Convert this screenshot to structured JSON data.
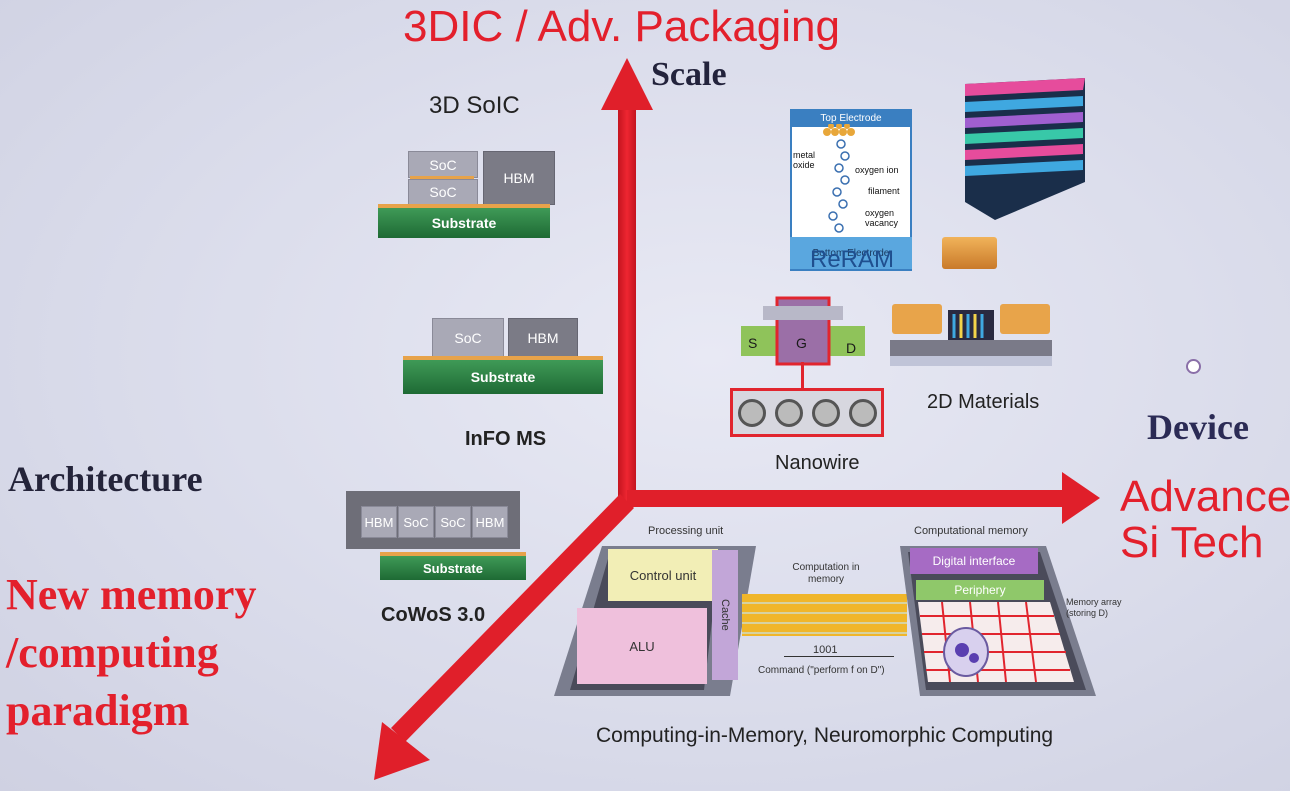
{
  "axes": {
    "vertical_title": "3DIC / Adv. Packaging",
    "vertical_sub": "Scale",
    "horizontal_title_line1": "Advance",
    "horizontal_title_line2": "Si Tech",
    "horizontal_sub": "Device",
    "diagonal_sub": "Architecture",
    "diagonal_title_line1": "New memory",
    "diagonal_title_line2": "/computing",
    "diagonal_title_line3": "paradigm"
  },
  "packaging": {
    "soic": {
      "label": "3D SoIC",
      "top": "SoC",
      "bottom": "SoC",
      "hbm": "HBM",
      "substrate": "Substrate"
    },
    "info": {
      "label": "InFO MS",
      "soc": "SoC",
      "hbm": "HBM",
      "substrate": "Substrate"
    },
    "cowos": {
      "label": "CoWoS 3.0",
      "chips": [
        "HBM",
        "SoC",
        "SoC",
        "HBM"
      ],
      "substrate": "Substrate"
    }
  },
  "devices": {
    "reram": {
      "label": "ReRAM",
      "top_electrode": "Top Electrode",
      "bottom_electrode": "Bottom Electrode",
      "metal_oxide": "metal oxide",
      "oxygen_ion": "oxygen ion",
      "filament": "filament",
      "oxygen_vacancy": "oxygen vacancy"
    },
    "nanowire": {
      "label": "Nanowire",
      "s": "S",
      "g": "G",
      "d": "D"
    },
    "materials": {
      "label": "2D Materials"
    }
  },
  "cim": {
    "caption": "Computing-in-Memory, Neuromorphic Computing",
    "processing_unit": "Processing unit",
    "control_unit": "Control unit",
    "alu": "ALU",
    "cache": "Cache",
    "comp_in_memory": "Computation in memory",
    "bits": "1001",
    "command": "Command (\"perform f on D\")",
    "computational_memory": "Computational memory",
    "digital_interface": "Digital interface",
    "periphery": "Periphery",
    "memory_array": "Memory array (storing D)"
  },
  "colors": {
    "arrow": "#e01f2a",
    "title_red": "#e3202c",
    "serif_dark": "#2b2b45"
  }
}
